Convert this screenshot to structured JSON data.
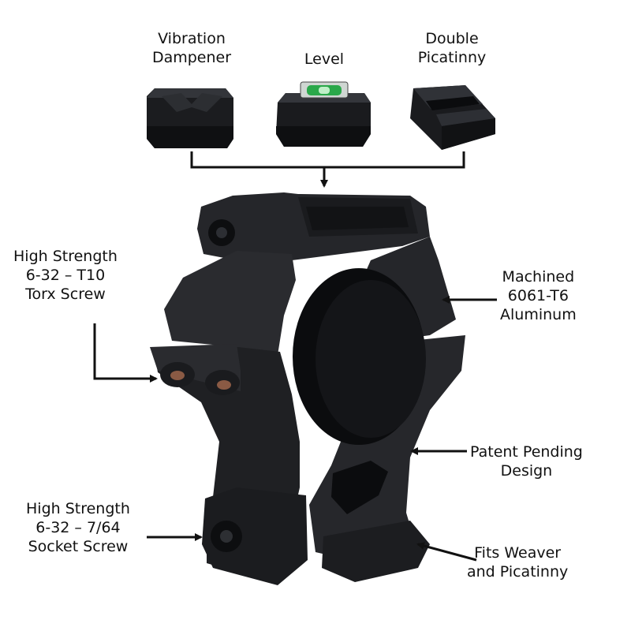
{
  "accessories": [
    {
      "name": "vibration-dampener",
      "lines": [
        "Vibration",
        "Dampener"
      ]
    },
    {
      "name": "level",
      "lines": [
        "Level"
      ]
    },
    {
      "name": "double-picatinny",
      "lines": [
        "Double",
        "Picatinny"
      ]
    }
  ],
  "callouts": {
    "torx_screw": [
      "High Strength",
      "6-32 – T10",
      "Torx Screw"
    ],
    "aluminum": [
      "Machined",
      "6061-T6",
      "Aluminum"
    ],
    "patent": [
      "Patent Pending",
      "Design"
    ],
    "socket_screw": [
      "High Strength",
      "6-32 – 7/64",
      "Socket Screw"
    ],
    "rails": [
      "Fits Weaver",
      "and Picatinny"
    ]
  },
  "colors": {
    "mount": "#1c1d20",
    "mount_shade": "#2b2c30",
    "mount_dark": "#0c0d0f",
    "level_vial": "#2aa84a",
    "screw_accent": "#8a5a44"
  }
}
